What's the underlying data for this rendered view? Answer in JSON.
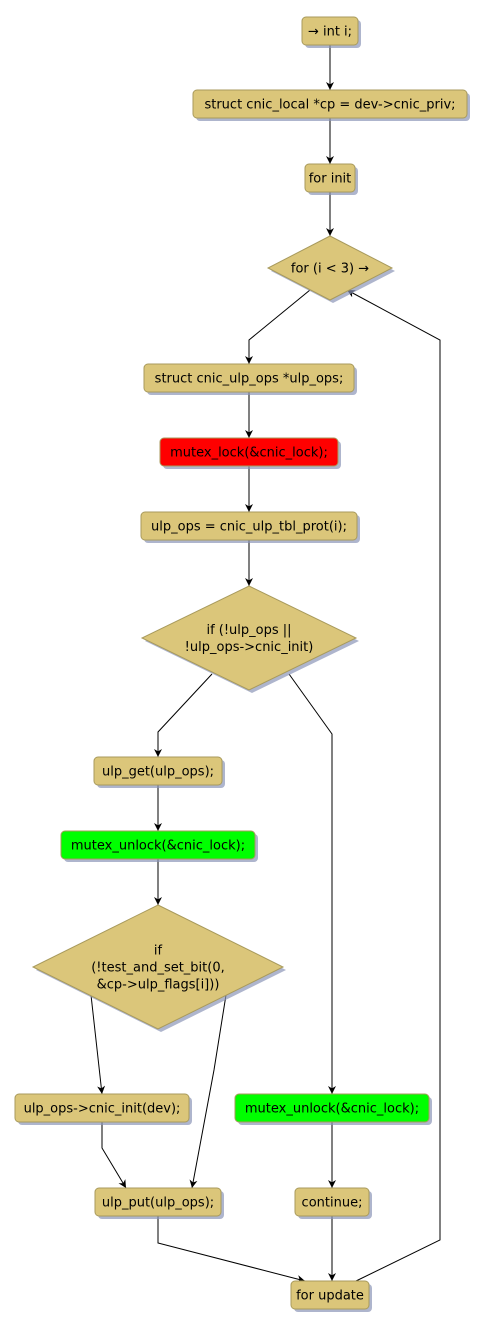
{
  "colors": {
    "node_fill": "#dbc67a",
    "node_stroke": "#a89a5c",
    "shadow": "#8c96b8",
    "lock": "#ff0000",
    "unlock": "#00ff00",
    "edge": "#000000"
  },
  "nodes": [
    {
      "id": "int-i",
      "shape": "box",
      "lines": [
        "→ int i;"
      ]
    },
    {
      "id": "cp-decl",
      "shape": "box",
      "lines": [
        "struct cnic_local *cp = dev->cnic_priv;"
      ]
    },
    {
      "id": "for-init",
      "shape": "box",
      "lines": [
        "for init"
      ]
    },
    {
      "id": "for-cond",
      "shape": "diamond",
      "lines": [
        "for (i < 3) →"
      ]
    },
    {
      "id": "ulp-ops-decl",
      "shape": "box",
      "lines": [
        "struct cnic_ulp_ops *ulp_ops;"
      ]
    },
    {
      "id": "mutex-lock",
      "shape": "box",
      "color": "lock",
      "lines": [
        "mutex_lock(&cnic_lock);"
      ]
    },
    {
      "id": "ulp-ops-assign",
      "shape": "box",
      "lines": [
        "ulp_ops = cnic_ulp_tbl_prot(i);"
      ]
    },
    {
      "id": "if-ulp-ops",
      "shape": "diamond",
      "lines": [
        "if (!ulp_ops ||",
        "!ulp_ops->cnic_init)"
      ]
    },
    {
      "id": "ulp-get",
      "shape": "box",
      "lines": [
        "ulp_get(ulp_ops);"
      ]
    },
    {
      "id": "mutex-unlock-1",
      "shape": "box",
      "color": "unlock",
      "lines": [
        "mutex_unlock(&cnic_lock);"
      ]
    },
    {
      "id": "if-test-bit",
      "shape": "diamond",
      "lines": [
        "if",
        "(!test_and_set_bit(0,",
        "&cp->ulp_flags[i]))"
      ]
    },
    {
      "id": "cnic-init",
      "shape": "box",
      "lines": [
        "ulp_ops->cnic_init(dev);"
      ]
    },
    {
      "id": "mutex-unlock-2",
      "shape": "box",
      "color": "unlock",
      "lines": [
        "mutex_unlock(&cnic_lock);"
      ]
    },
    {
      "id": "ulp-put",
      "shape": "box",
      "lines": [
        "ulp_put(ulp_ops);"
      ]
    },
    {
      "id": "continue",
      "shape": "box",
      "lines": [
        "continue;"
      ]
    },
    {
      "id": "for-update",
      "shape": "box",
      "lines": [
        "for update"
      ]
    }
  ],
  "edges": [
    {
      "from": "int-i",
      "to": "cp-decl"
    },
    {
      "from": "cp-decl",
      "to": "for-init"
    },
    {
      "from": "for-init",
      "to": "for-cond"
    },
    {
      "from": "for-cond",
      "to": "ulp-ops-decl"
    },
    {
      "from": "ulp-ops-decl",
      "to": "mutex-lock"
    },
    {
      "from": "mutex-lock",
      "to": "ulp-ops-assign"
    },
    {
      "from": "ulp-ops-assign",
      "to": "if-ulp-ops"
    },
    {
      "from": "if-ulp-ops",
      "to": "ulp-get"
    },
    {
      "from": "if-ulp-ops",
      "to": "mutex-unlock-2"
    },
    {
      "from": "ulp-get",
      "to": "mutex-unlock-1"
    },
    {
      "from": "mutex-unlock-1",
      "to": "if-test-bit"
    },
    {
      "from": "if-test-bit",
      "to": "cnic-init"
    },
    {
      "from": "if-test-bit",
      "to": "ulp-put"
    },
    {
      "from": "cnic-init",
      "to": "ulp-put"
    },
    {
      "from": "mutex-unlock-2",
      "to": "continue"
    },
    {
      "from": "ulp-put",
      "to": "for-update"
    },
    {
      "from": "continue",
      "to": "for-update"
    },
    {
      "from": "for-update",
      "to": "for-cond"
    }
  ]
}
